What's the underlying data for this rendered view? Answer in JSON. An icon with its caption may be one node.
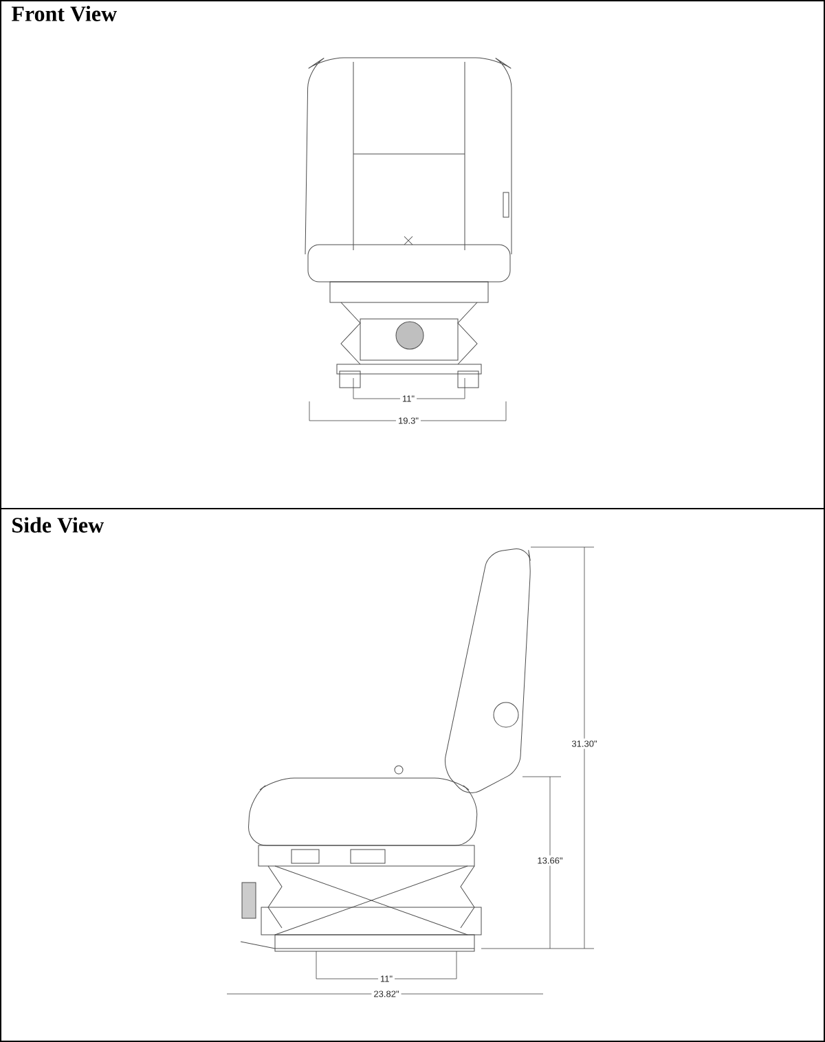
{
  "diagram": {
    "labels": [
      "Front View",
      "11\"",
      "19.3\"",
      "Side View",
      "31.30\"",
      "13.66\"",
      "11\"",
      "23.82\""
    ]
  }
}
